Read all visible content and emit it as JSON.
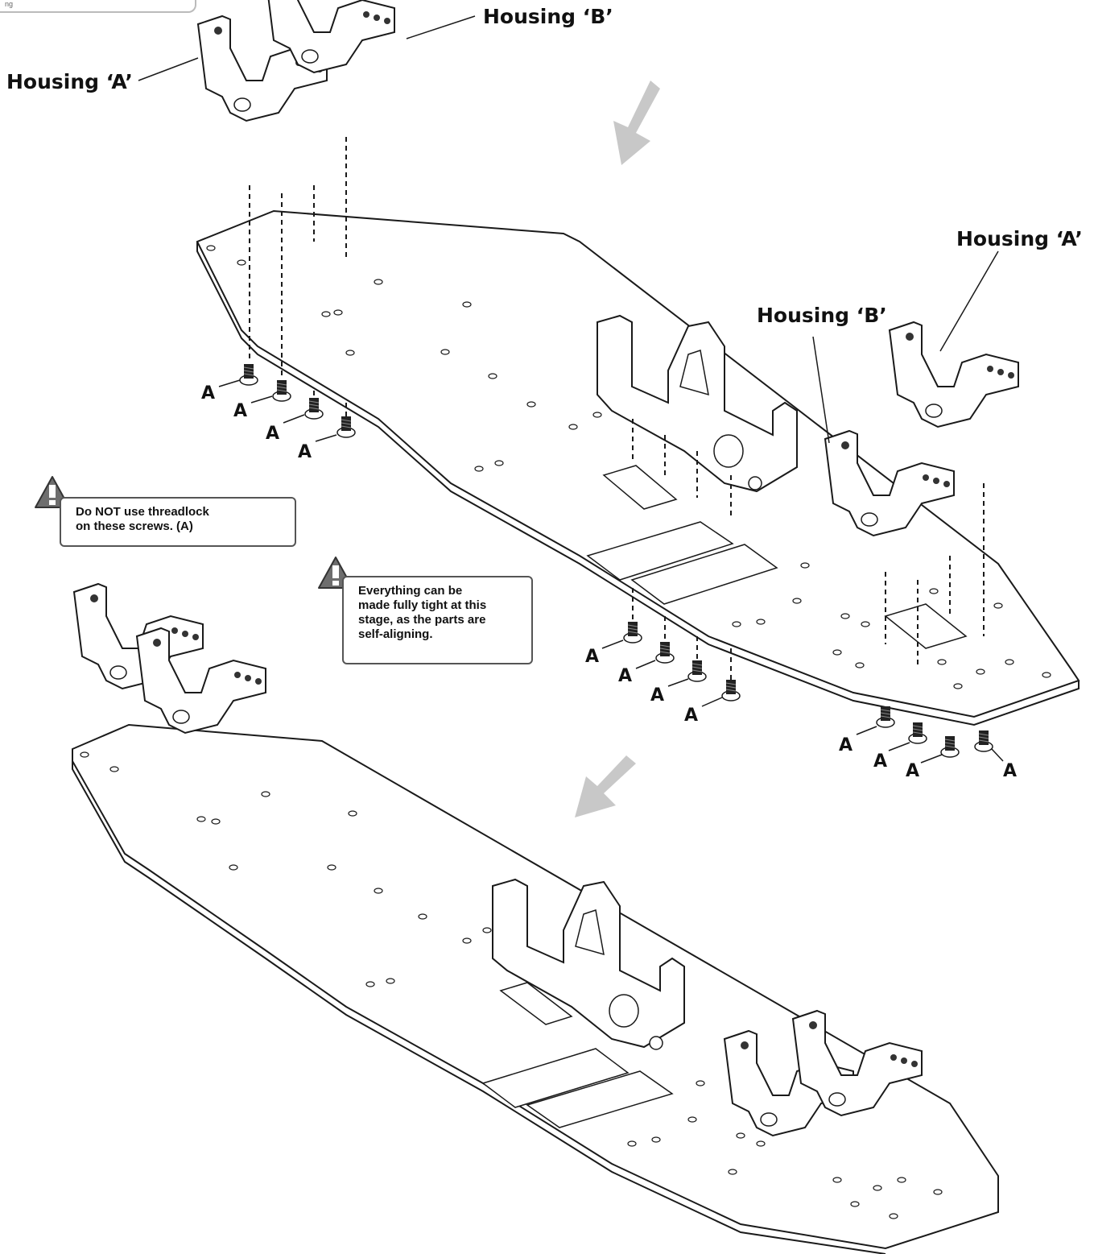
{
  "header_tab": {
    "text": "ng"
  },
  "labels": {
    "housing_a_top": "Housing ‘A’",
    "housing_b_top": "Housing ‘B’",
    "housing_a_right": "Housing ‘A’",
    "housing_b_right": "Housing ‘B’",
    "screw_label": "A"
  },
  "notes": {
    "threadlock_line1": "Do NOT use threadlock",
    "threadlock_line2": "on these screws. (A)",
    "tight_line1": "Everything can be",
    "tight_line2": "made fully tight at this",
    "tight_line3": "stage, as the parts are",
    "tight_line4": "self-aligning."
  },
  "colors": {
    "arrow_gray": "#c8c8c8",
    "line": "#1a1a1a",
    "warning_fill": "#6e6e6e"
  },
  "icons": [
    "warning-icon",
    "down-arrow-icon"
  ]
}
